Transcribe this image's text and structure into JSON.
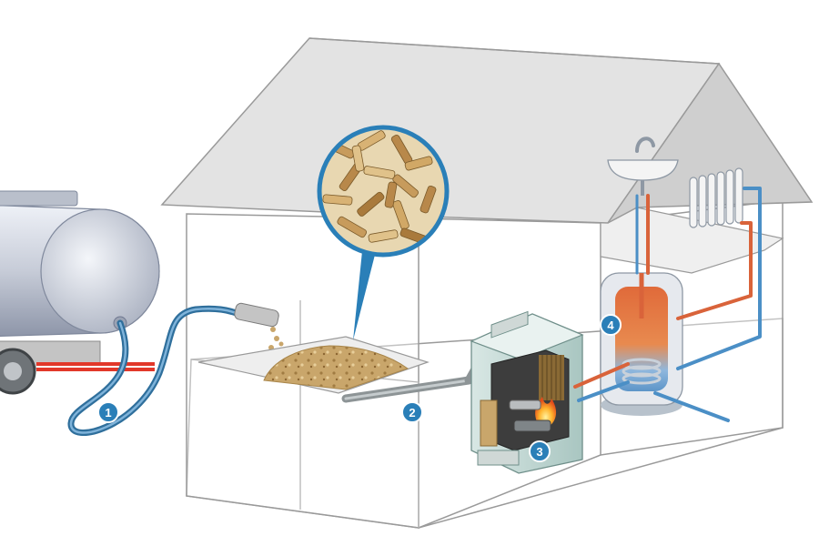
{
  "markers": [
    {
      "id": "delivery-hose",
      "label": "1"
    },
    {
      "id": "auger-feed",
      "label": "2"
    },
    {
      "id": "burner",
      "label": "3"
    },
    {
      "id": "hot-water-tank",
      "label": "4"
    }
  ],
  "colors": {
    "marker_fill": "#2a7fb8",
    "hot_pipe": "#d9633a",
    "cold_pipe": "#4b8fc6",
    "house_outline": "#9a9a9a",
    "roof": "#e3e3e3",
    "pellet": "#c9a66b",
    "tank_body": "#c7ccd8",
    "trailer_stripe": "#e2382a"
  },
  "icons": [
    "pellet-magnifier-icon",
    "sink-icon",
    "radiator-icon",
    "flame-icon"
  ]
}
